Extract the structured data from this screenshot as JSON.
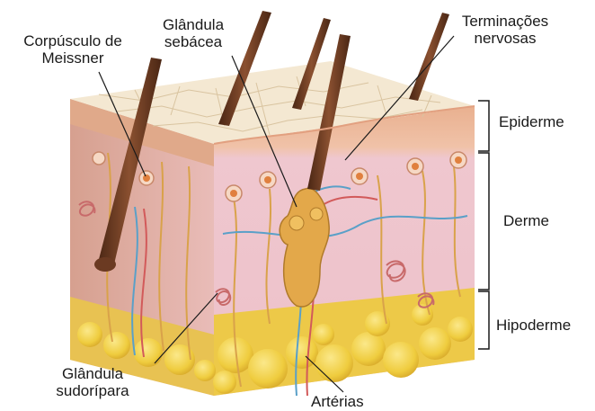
{
  "labels": {
    "corpusculo_meissner": [
      "Corpúsculo de",
      "Meissner"
    ],
    "glandula_sebacea": [
      "Glândula",
      "sebácea"
    ],
    "terminacoes_nervosas": [
      "Terminações",
      "nervosas"
    ],
    "epiderme": "Epiderme",
    "derme": "Derme",
    "hipoderme": "Hipoderme",
    "glandula_sudoripara": [
      "Glândula",
      "sudorípara"
    ],
    "arterias": "Artérias"
  },
  "colors": {
    "epidermis_top": "#f3e6cf",
    "epidermis_front": "#e8b08c",
    "dermis": "#edc0c8",
    "hypodermis_fat": "#f2d04a",
    "hair": "#6b3a22",
    "nerve": "#d9a24a",
    "artery": "#5aa0c8",
    "vein": "#d25a5a",
    "gland": "#e3a84a",
    "leader_line": "#1a1a1a"
  }
}
